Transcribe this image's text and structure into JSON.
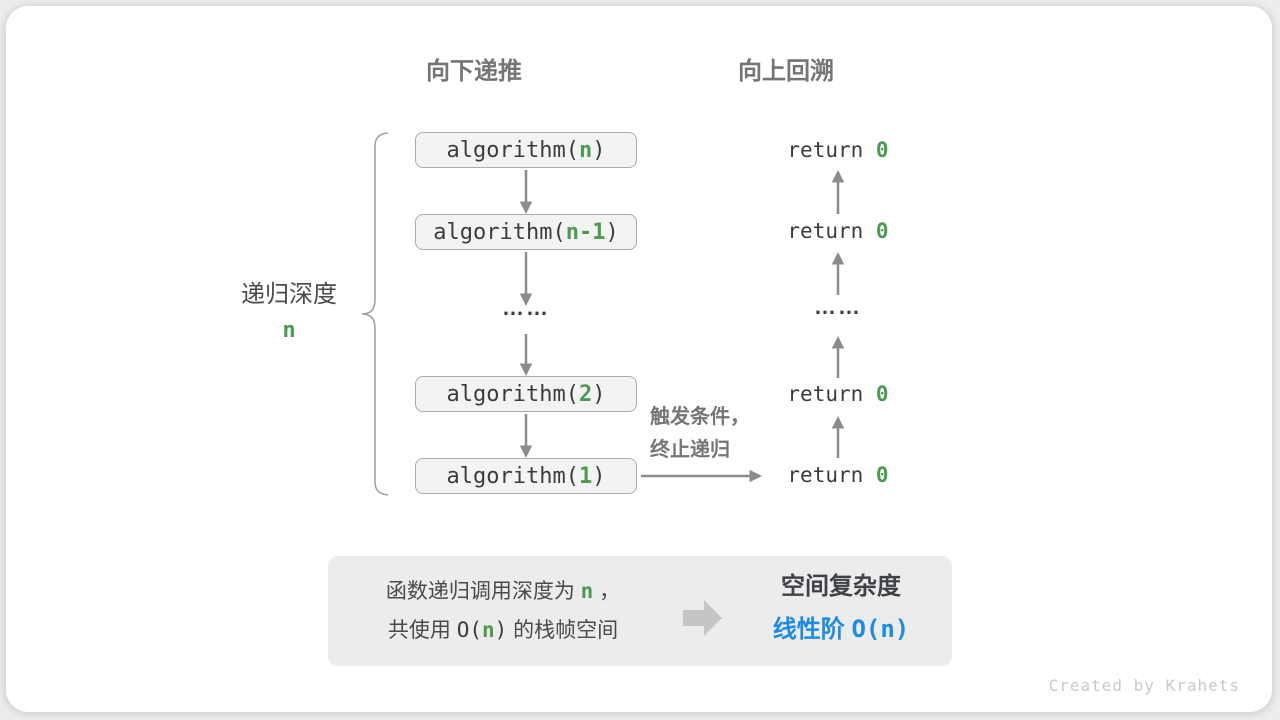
{
  "colors": {
    "green": "#4c9b51",
    "blue": "#1b8ce2",
    "heading_gray": "#757575",
    "code_text": "#3a3d40",
    "box_fill": "#f3f3f3",
    "box_border": "#ababab",
    "arrow_gray": "#8c8c8c",
    "panel_bg": "#ececec",
    "watermark_gray": "#c9c9c9"
  },
  "headers": {
    "recurse": "向下递推",
    "backtrack": "向上回溯"
  },
  "depth": {
    "label": "递归深度",
    "value": "n"
  },
  "stack": {
    "ellipsis": "……",
    "boxes": [
      {
        "pre": "algorithm(",
        "arg": "n",
        "post": ")"
      },
      {
        "pre": "algorithm(",
        "arg": "n-1",
        "post": ")"
      },
      {
        "pre": "algorithm(",
        "arg": "2",
        "post": ")"
      },
      {
        "pre": "algorithm(",
        "arg": "1",
        "post": ")"
      }
    ]
  },
  "returns": {
    "pre": "return ",
    "value": "0",
    "ellipsis": "……"
  },
  "trigger": {
    "line1": "触发条件，",
    "line2": "终止递归"
  },
  "summary": {
    "line1": {
      "pre": "函数递归调用深度为 ",
      "n": "n",
      "post": " ，"
    },
    "line2": {
      "pre": "共使用 ",
      "code_pre": "O(",
      "n": "n",
      "code_post": ")",
      "post": " 的栈帧空间"
    },
    "title": "空间复杂度",
    "result": {
      "pre": "线性阶 ",
      "code": "O(n)"
    }
  },
  "watermark": "Created by Krahets"
}
